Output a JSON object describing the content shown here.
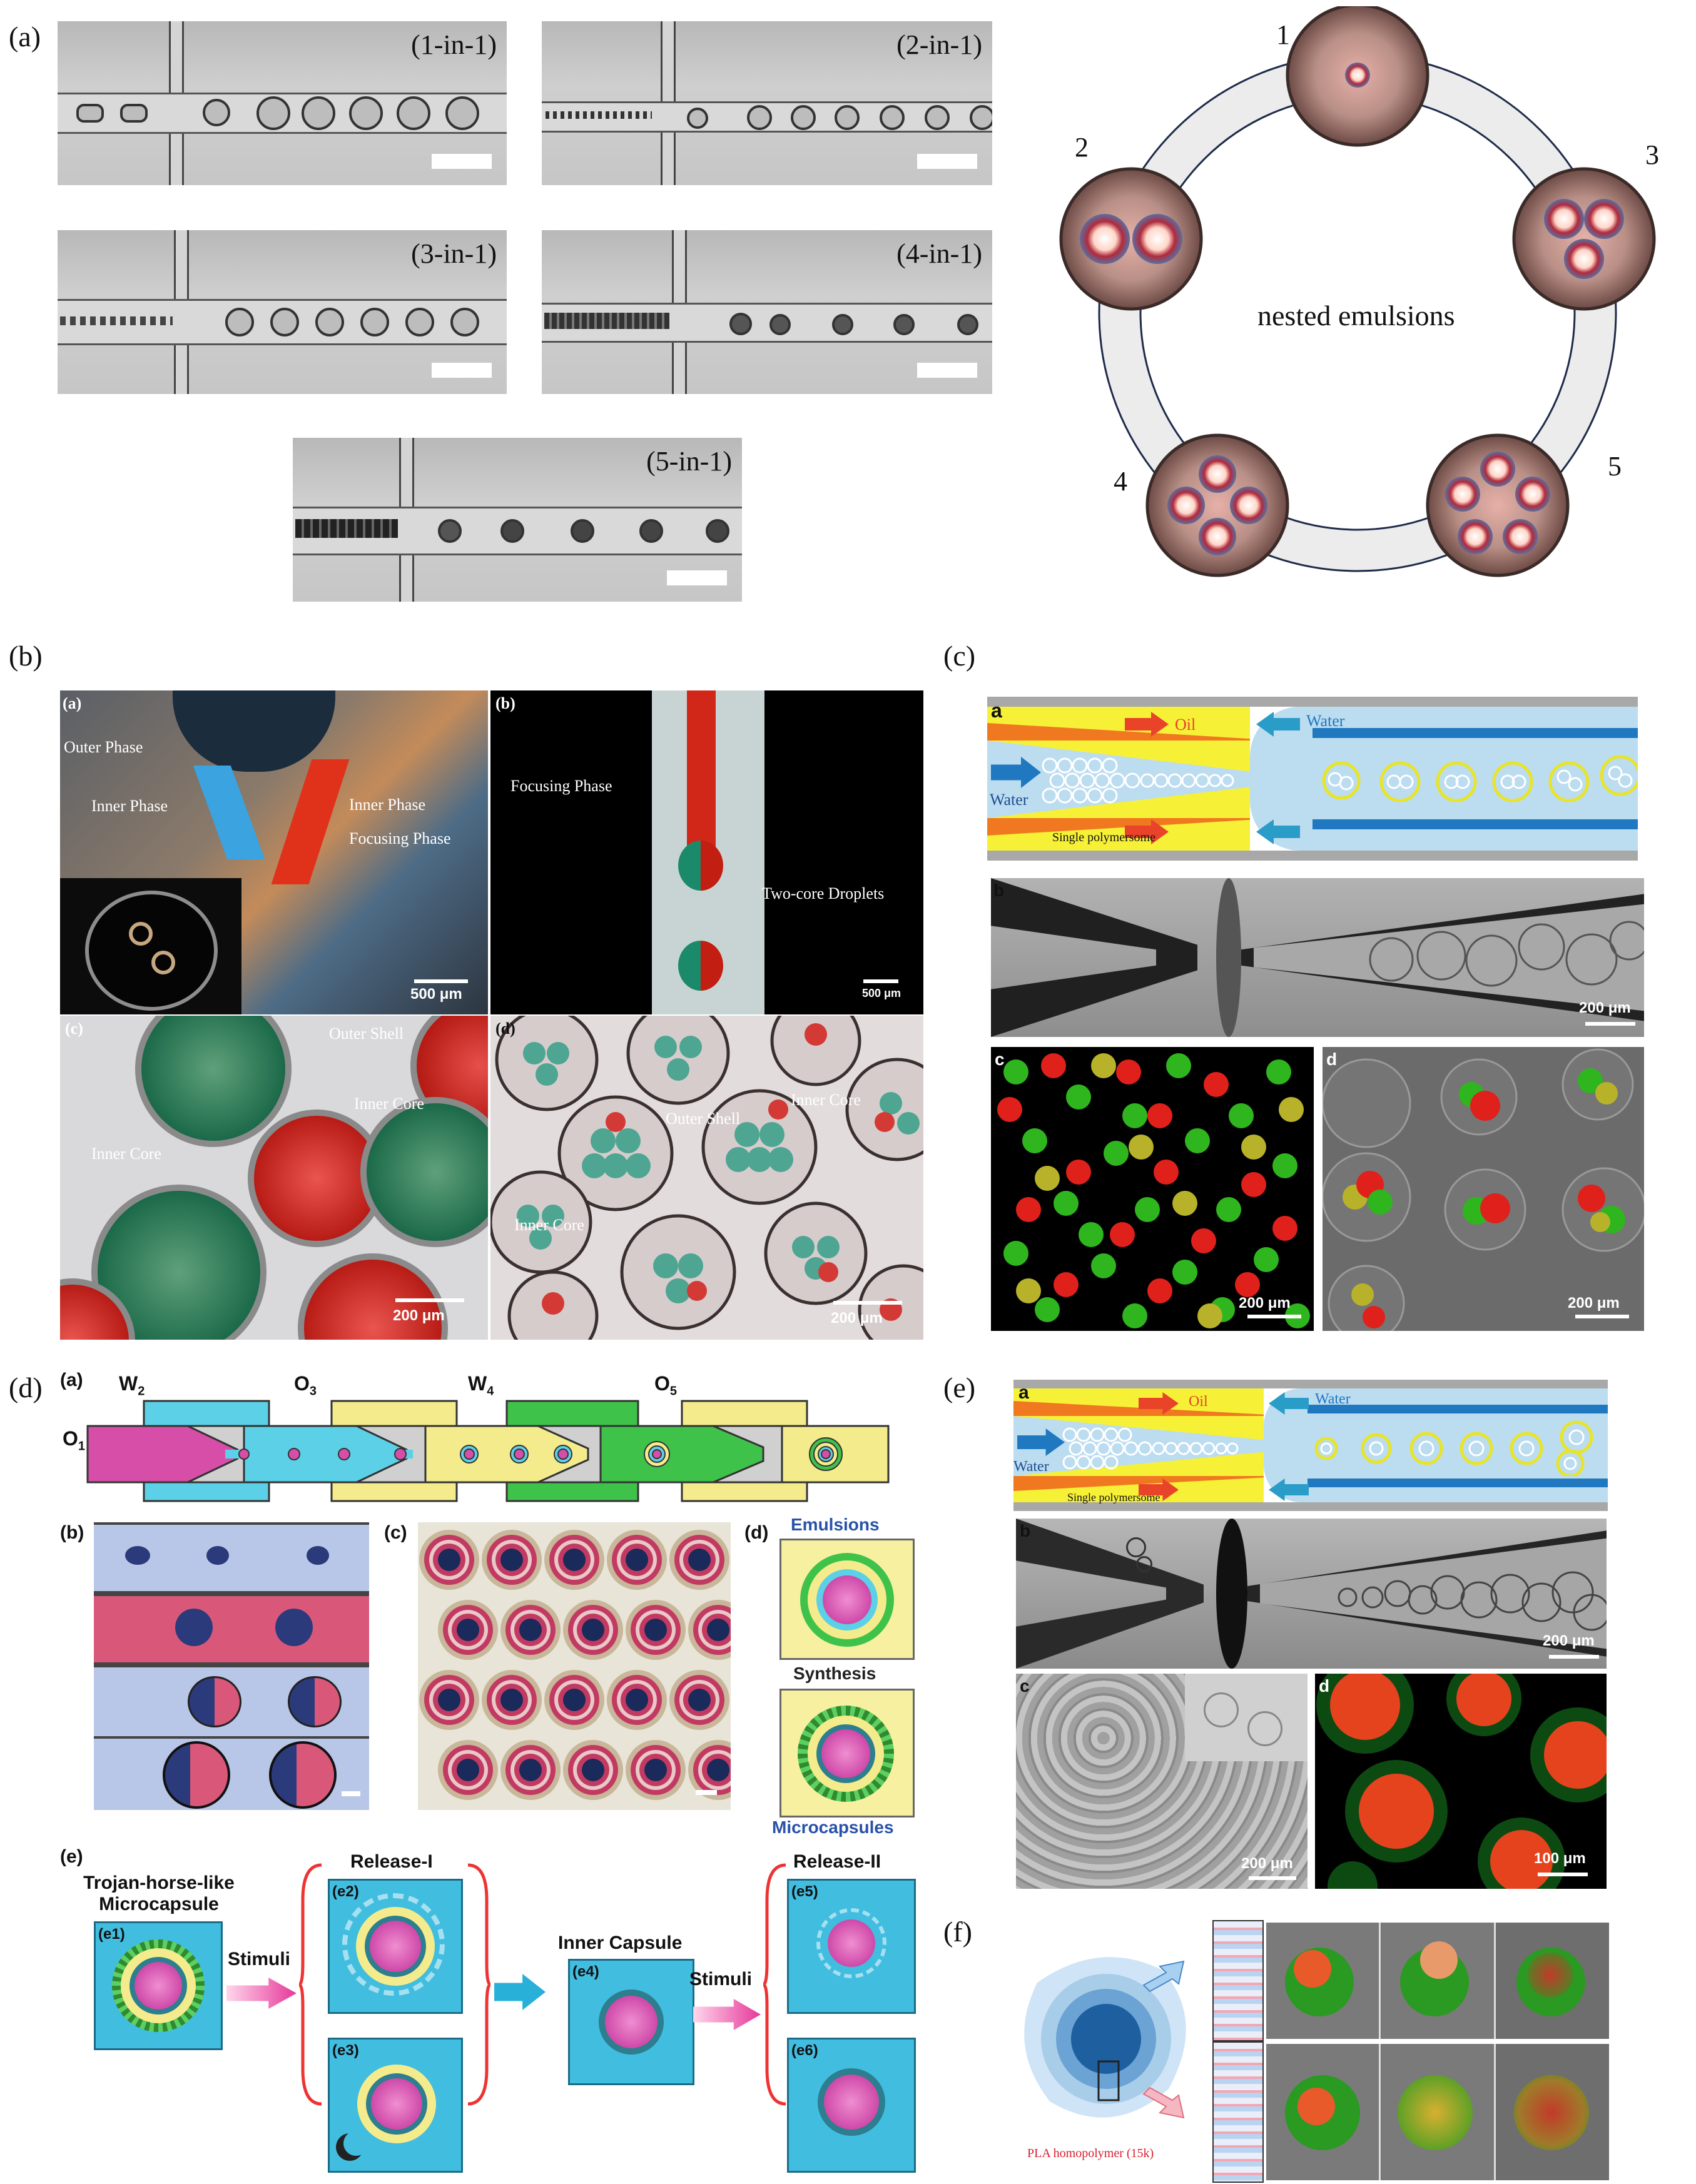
{
  "panel_labels": {
    "a": "(a)",
    "b": "(b)",
    "c": "(c)",
    "d": "(d)",
    "e": "(e)",
    "f": "(f)"
  },
  "section_a": {
    "micrographs": [
      "(1-in-1)",
      "(2-in-1)",
      "(3-in-1)",
      "(4-in-1)",
      "(5-in-1)"
    ],
    "ring_numbers": [
      "1",
      "2",
      "3",
      "4",
      "5"
    ],
    "ring_center_label": "nested emulsions"
  },
  "section_b": {
    "subpanels": [
      "(a)",
      "(b)",
      "(c)",
      "(d)"
    ],
    "a_labels": [
      "Outer Phase",
      "Inner Phase",
      "Inner Phase",
      "Focusing Phase"
    ],
    "a_scale": "500 μm",
    "b_labels": [
      "Focusing Phase",
      "Two-core Droplets"
    ],
    "b_scale": "500 μm",
    "c_labels": [
      "Outer Shell",
      "Inner Core",
      "Inner Core"
    ],
    "c_scale": "200 μm",
    "d_labels": [
      "Outer Shell",
      "Inner Core",
      "Inner Core"
    ],
    "d_scale": "200 μm"
  },
  "section_c": {
    "subpanels": [
      "a",
      "b",
      "c",
      "d"
    ],
    "schematic_labels": {
      "oil": "Oil",
      "water_right": "Water",
      "water_left": "Water",
      "single": "Single polymersome"
    },
    "scales": [
      "200 μm",
      "200 μm",
      "200 μm"
    ]
  },
  "section_d": {
    "subpanels": [
      "(a)",
      "(b)",
      "(c)",
      "(d)",
      "(e)"
    ],
    "phases": {
      "o1": "O",
      "o1s": "1",
      "w2": "W",
      "w2s": "2",
      "o3": "O",
      "o3s": "3",
      "w4": "W",
      "w4s": "4",
      "o5": "O",
      "o5s": "5"
    },
    "legend": {
      "emulsions": "Emulsions",
      "synthesis": "Synthesis",
      "microcapsules": "Microcapsules"
    },
    "flow": {
      "title1": "Trojan-horse-like",
      "title2": "Microcapsule",
      "release1": "Release-I",
      "release2": "Release-II",
      "inner": "Inner Capsule",
      "stimuli1": "Stimuli",
      "stimuli2": "Stimuli",
      "e1": "(e1)",
      "e2": "(e2)",
      "e3": "(e3)",
      "e4": "(e4)",
      "e5": "(e5)",
      "e6": "(e6)"
    }
  },
  "section_e": {
    "subpanels": [
      "a",
      "b",
      "c",
      "d"
    ],
    "schematic_labels": {
      "oil": "Oil",
      "water_right": "Water",
      "water_left": "Water",
      "single": "Single polymersome"
    },
    "scales": [
      "200 μm",
      "200 μm",
      "100 μm"
    ]
  },
  "section_f": {
    "label": "PLA homopolymer (15k)"
  }
}
